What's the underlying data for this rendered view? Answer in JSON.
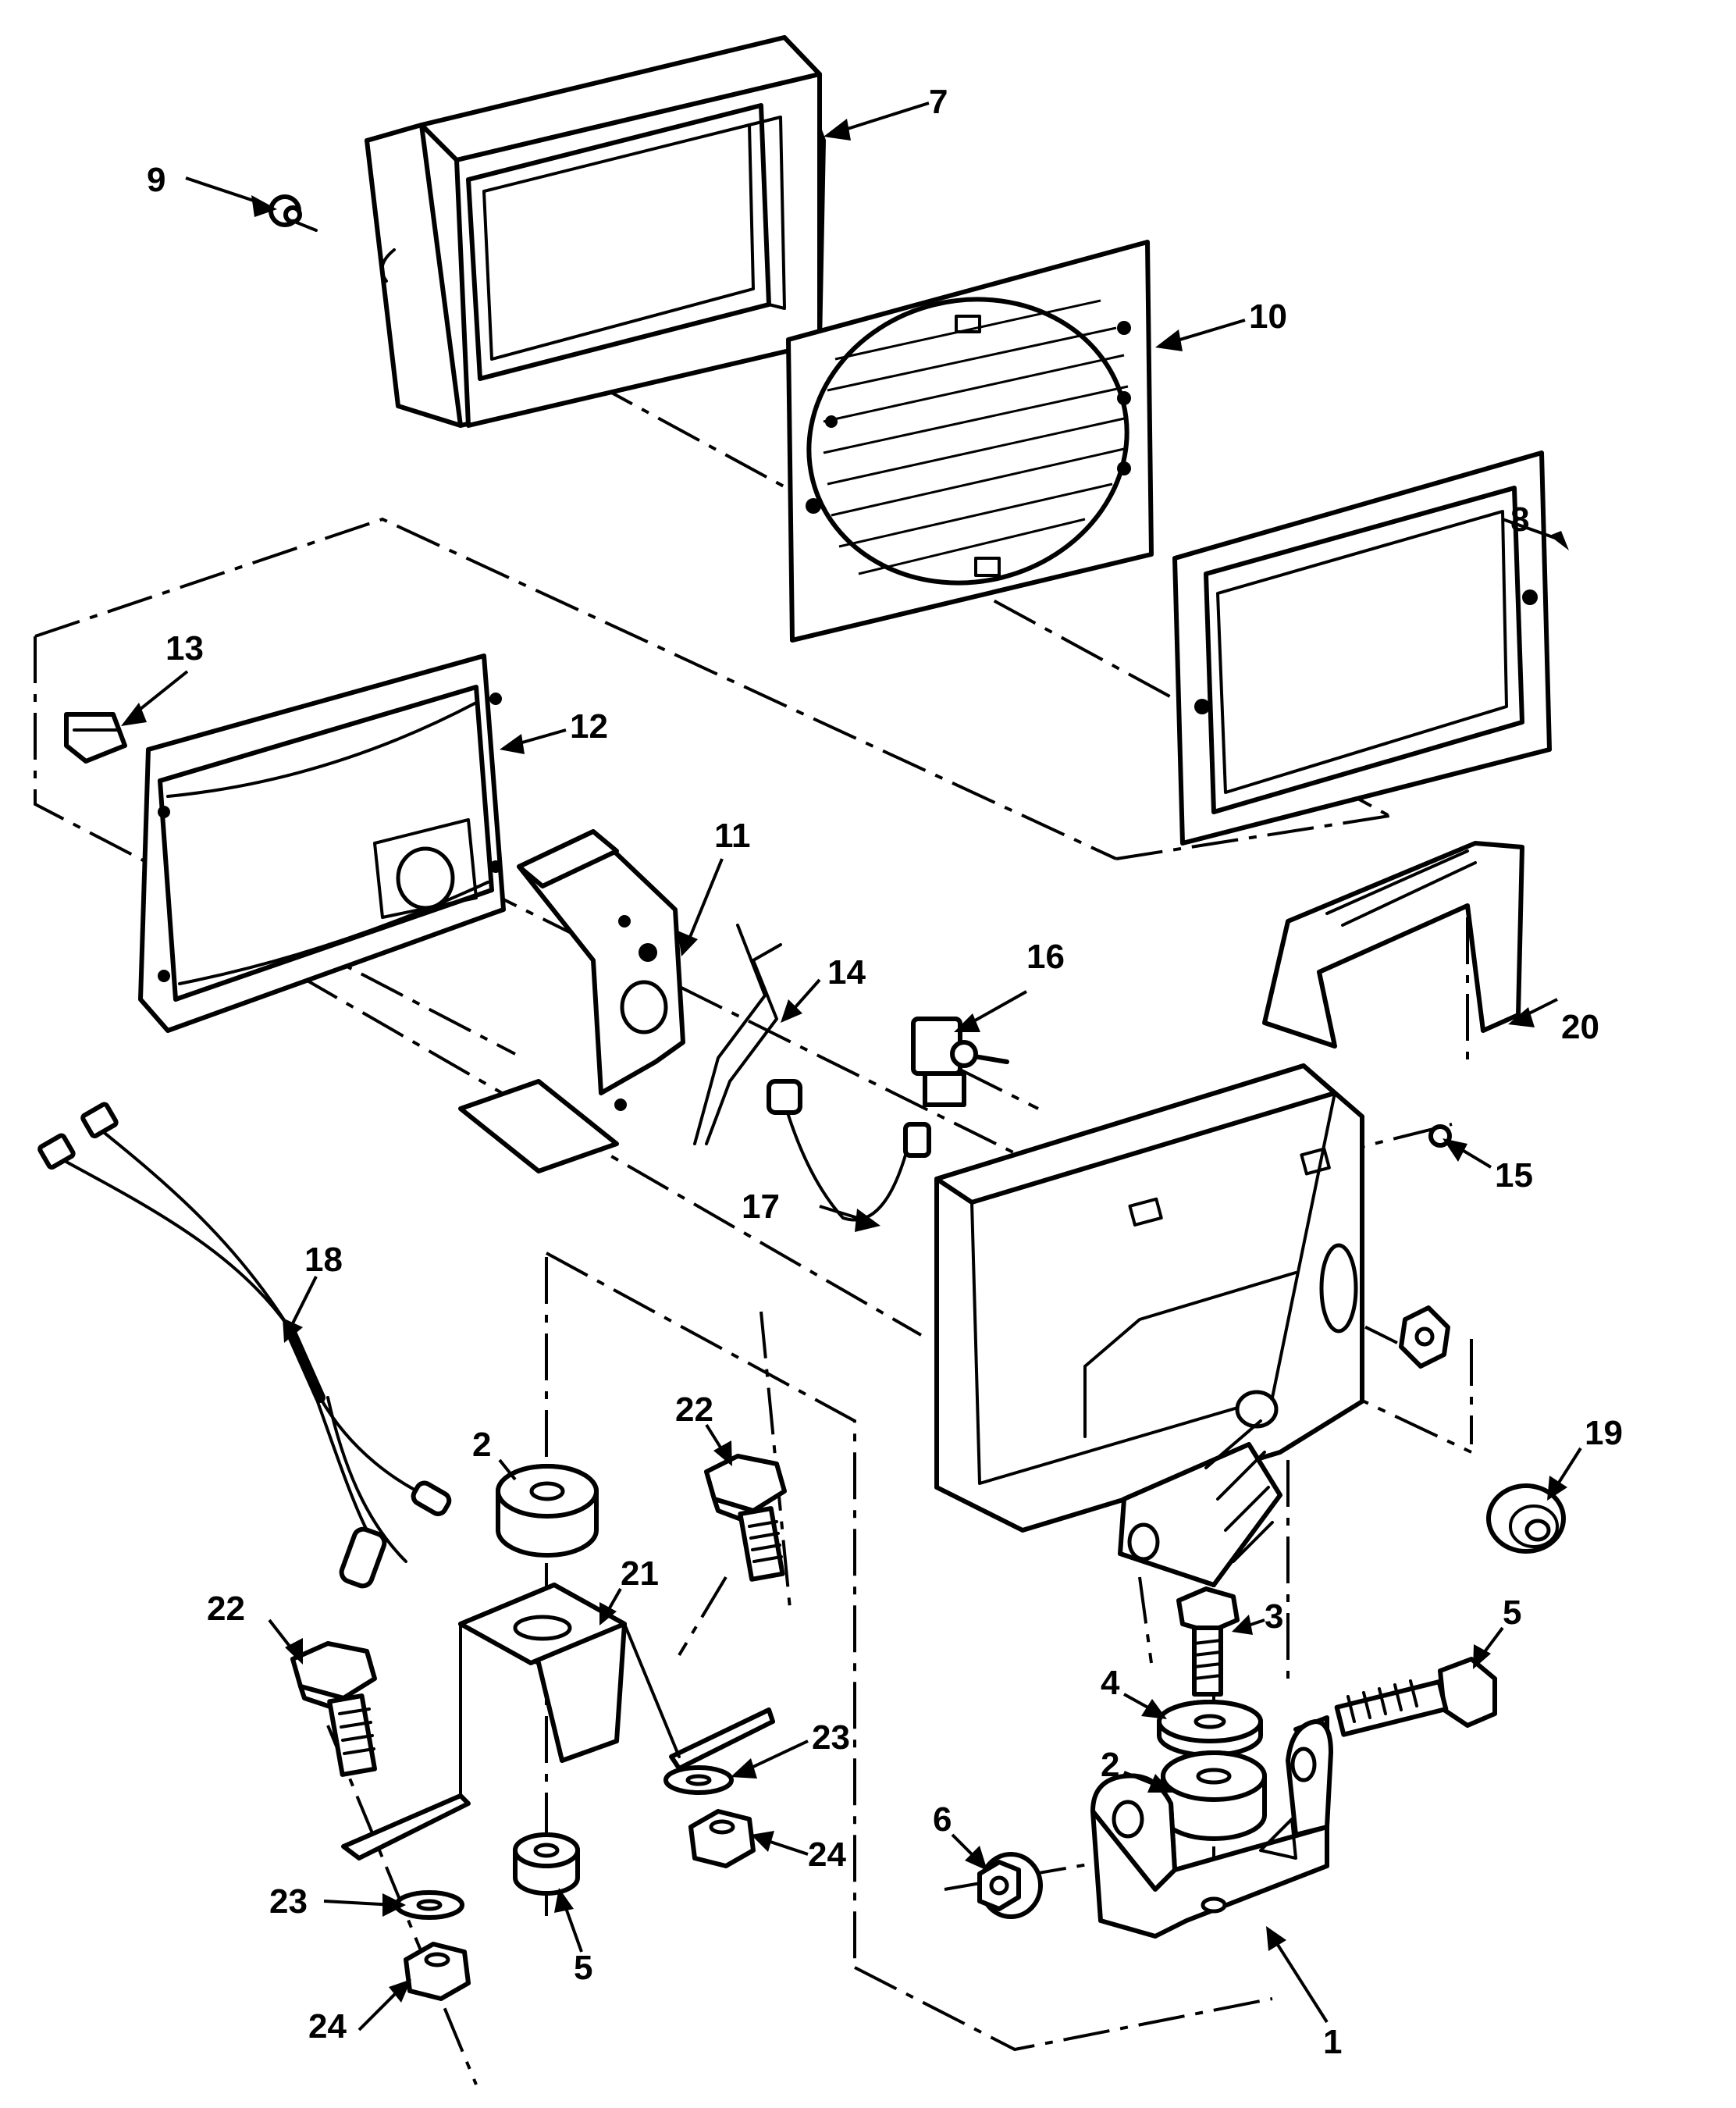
{
  "callouts": {
    "c1": "1",
    "c2a": "2",
    "c2b": "2",
    "c3": "3",
    "c4": "4",
    "c5a": "5",
    "c5b": "5",
    "c6": "6",
    "c7": "7",
    "c8": "8",
    "c9": "9",
    "c10": "10",
    "c11": "11",
    "c12": "12",
    "c13": "13",
    "c14": "14",
    "c15": "15",
    "c16": "16",
    "c17": "17",
    "c18": "18",
    "c19": "19",
    "c20": "20",
    "c21": "21",
    "c22a": "22",
    "c22b": "22",
    "c23a": "23",
    "c23b": "23",
    "c24a": "24",
    "c24b": "24"
  }
}
